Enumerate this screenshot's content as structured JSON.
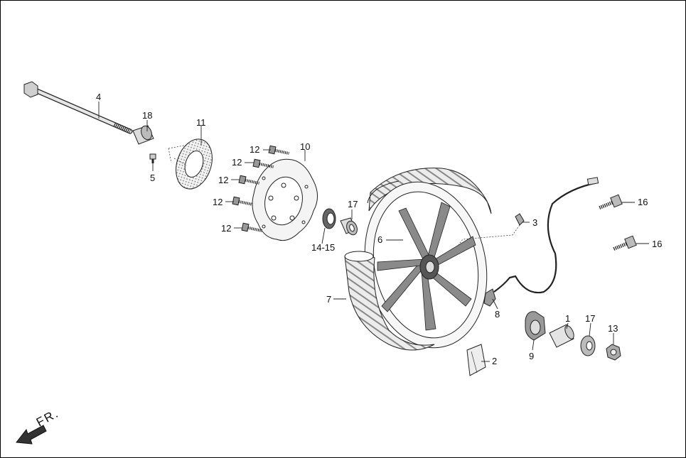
{
  "callouts": [
    {
      "id": "c4",
      "text": "4"
    },
    {
      "id": "c18",
      "text": "18"
    },
    {
      "id": "c5",
      "text": "5"
    },
    {
      "id": "c11",
      "text": "11"
    },
    {
      "id": "c10",
      "text": "10"
    },
    {
      "id": "c12a",
      "text": "12"
    },
    {
      "id": "c12b",
      "text": "12"
    },
    {
      "id": "c12c",
      "text": "12"
    },
    {
      "id": "c12d",
      "text": "12"
    },
    {
      "id": "c12e",
      "text": "12"
    },
    {
      "id": "c17a",
      "text": "17"
    },
    {
      "id": "c1415",
      "text": "14-15"
    },
    {
      "id": "c6",
      "text": "6"
    },
    {
      "id": "c7",
      "text": "7"
    },
    {
      "id": "c3",
      "text": "3"
    },
    {
      "id": "c16a",
      "text": "16"
    },
    {
      "id": "c16b",
      "text": "16"
    },
    {
      "id": "c8",
      "text": "8"
    },
    {
      "id": "c9",
      "text": "9"
    },
    {
      "id": "c1",
      "text": "1"
    },
    {
      "id": "c17b",
      "text": "17"
    },
    {
      "id": "c13",
      "text": "13"
    },
    {
      "id": "c2",
      "text": "2"
    }
  ],
  "direction_label": "FR.",
  "colors": {
    "line": "#222222",
    "tire_fill": "#e8e8e8",
    "part_fill": "#dcdcdc",
    "dark": "#555555"
  }
}
